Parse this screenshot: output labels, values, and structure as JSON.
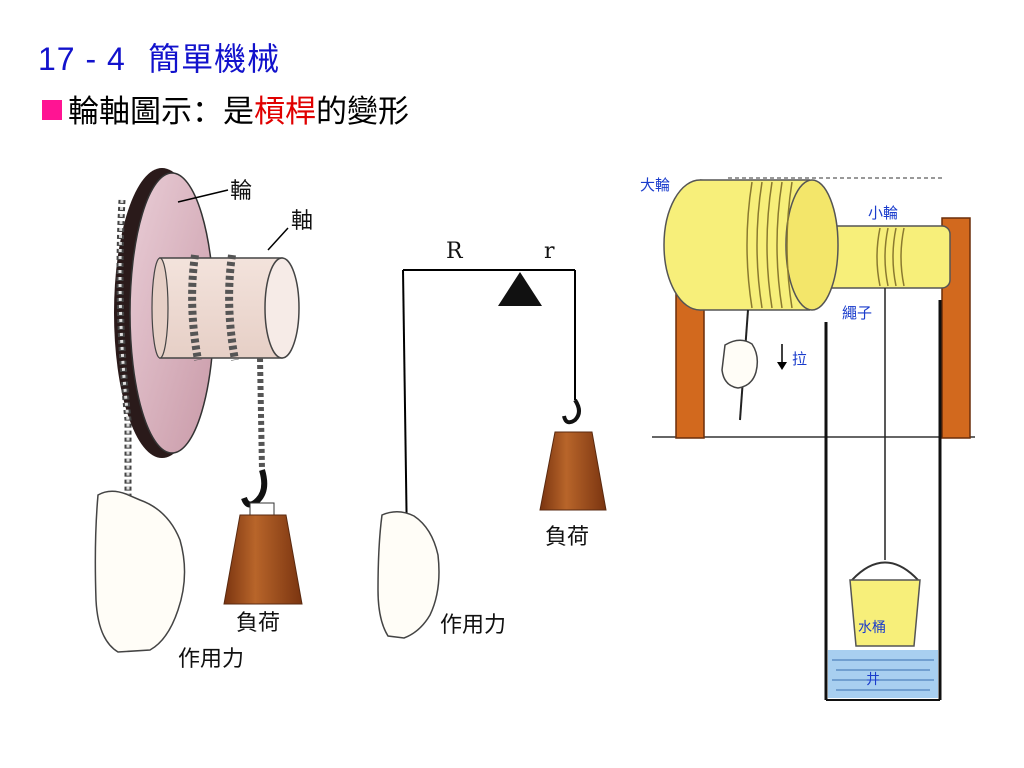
{
  "slide": {
    "title_num": "17 - 4",
    "title_text": "簡單機械",
    "subtitle_prefix": "輪軸圖示：是",
    "subtitle_red": "槓桿",
    "subtitle_suffix": "的變形"
  },
  "fig1": {
    "wheel_label": "輪",
    "axle_label": "軸",
    "load_label": "負荷",
    "force_label": "作用力"
  },
  "fig2": {
    "R_label": "R",
    "r_label": "r",
    "load_label": "負荷",
    "force_label": "作用力"
  },
  "fig3": {
    "big_wheel": "大輪",
    "small_wheel": "小輪",
    "rope": "繩子",
    "pull": "拉",
    "bucket": "水桶",
    "well": "井"
  },
  "colors": {
    "title": "#1212cc",
    "bullet": "#ff1493",
    "lever_word": "#e00000",
    "load_brown": "#a0521c",
    "wood": "#d2691e",
    "winch_yellow": "#f7ef7a"
  }
}
